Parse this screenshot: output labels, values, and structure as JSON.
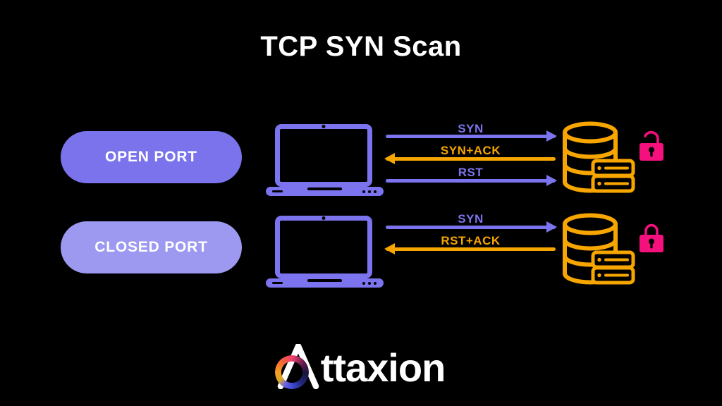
{
  "title": "TCP SYN Scan",
  "colors": {
    "background": "#000000",
    "purple": "#7b74ee",
    "light_purple": "#9d99f0",
    "orange": "#f7a600",
    "pink": "#f4107d",
    "white": "#ffffff"
  },
  "rows": [
    {
      "name": "open-port",
      "pill_label": "OPEN PORT",
      "pill_color": "#7a73ec",
      "client_icon": "laptop-icon",
      "server_icon": "database-server-icon",
      "lock_icon": "unlocked-padlock-icon",
      "lock_state": "unlocked",
      "messages": [
        {
          "text": "SYN",
          "from": "client",
          "to": "server",
          "direction": "right",
          "color": "#7b74ee"
        },
        {
          "text": "SYN+ACK",
          "from": "server",
          "to": "client",
          "direction": "left",
          "color": "#f7a600"
        },
        {
          "text": "RST",
          "from": "client",
          "to": "server",
          "direction": "right",
          "color": "#7b74ee"
        }
      ]
    },
    {
      "name": "closed-port",
      "pill_label": "CLOSED PORT",
      "pill_color": "#9d99f0",
      "client_icon": "laptop-icon",
      "server_icon": "database-server-icon",
      "lock_icon": "locked-padlock-icon",
      "lock_state": "locked",
      "messages": [
        {
          "text": "SYN",
          "from": "client",
          "to": "server",
          "direction": "right",
          "color": "#7b74ee"
        },
        {
          "text": "RST+ACK",
          "from": "server",
          "to": "client",
          "direction": "left",
          "color": "#f7a600"
        }
      ]
    }
  ],
  "footer": {
    "brand": "Attaxion",
    "wordmark_tail": "ttaxion"
  }
}
